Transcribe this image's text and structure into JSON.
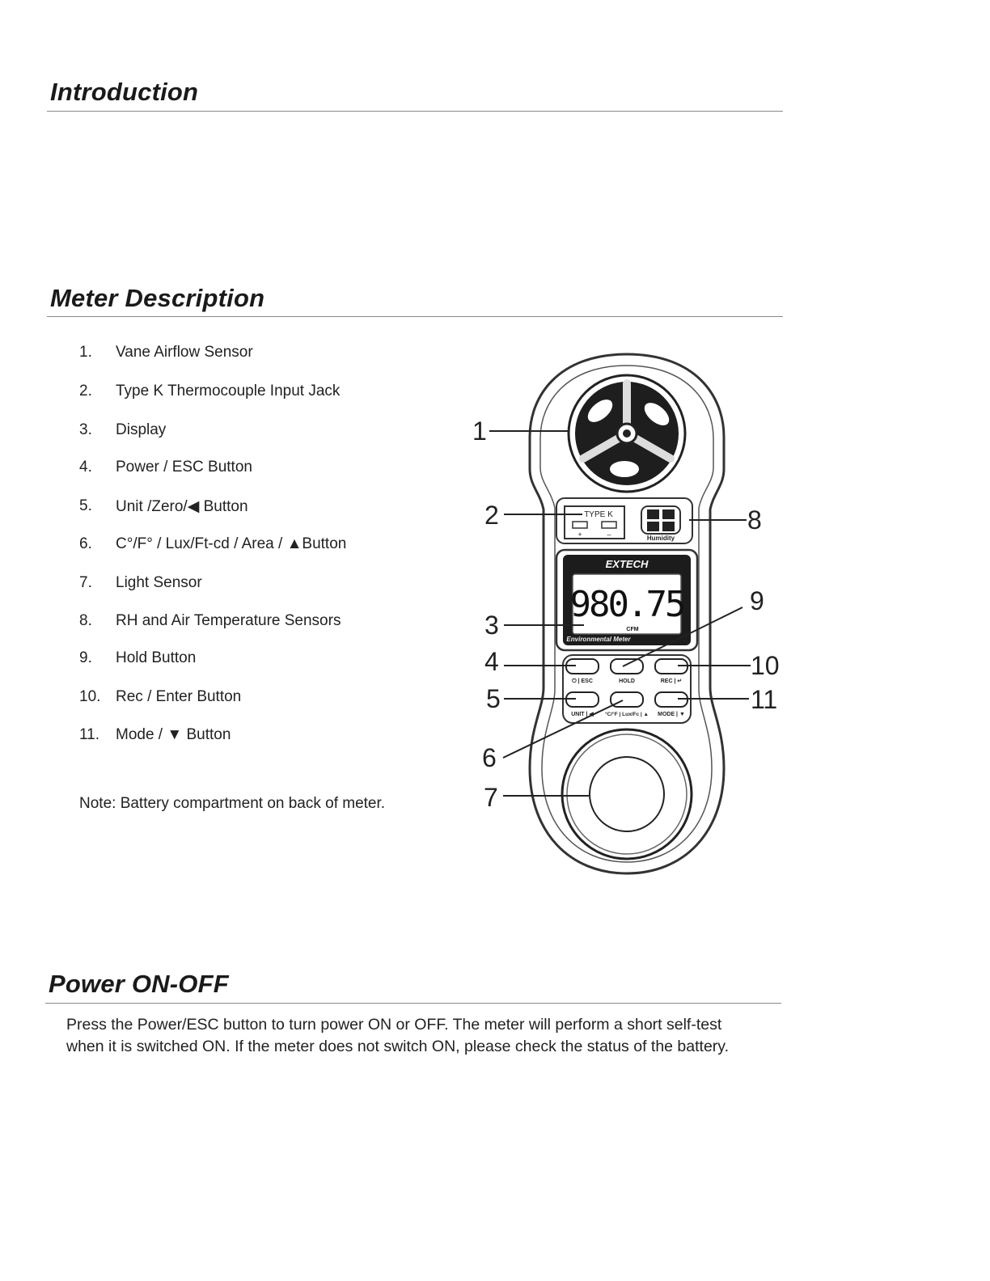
{
  "sections": {
    "introduction": {
      "title": "Introduction"
    },
    "meter_description": {
      "title": "Meter Description",
      "items": [
        {
          "num": "1.",
          "label": "Vane Airflow Sensor"
        },
        {
          "num": "2.",
          "label": "Type K Thermocouple Input Jack"
        },
        {
          "num": "3.",
          "label": "Display"
        },
        {
          "num": "4.",
          "label": "Power / ESC Button"
        },
        {
          "num": "5.",
          "label": "Unit /Zero/◀ Button"
        },
        {
          "num": "6.",
          "label": "C°/F° / Lux/Ft-cd / Area / ▲Button"
        },
        {
          "num": "7.",
          "label": "Light Sensor"
        },
        {
          "num": "8.",
          "label": "RH and Air Temperature Sensors"
        },
        {
          "num": "9.",
          "label": "Hold Button"
        },
        {
          "num": "10.",
          "label": "Rec / Enter Button"
        },
        {
          "num": "11.",
          "label": "Mode / ▼ Button"
        }
      ],
      "note": "Note: Battery compartment on back of meter."
    },
    "power": {
      "title": "Power ON-OFF",
      "lines": [
        "Press the Power/ESC button to turn power ON or OFF. The meter will perform a short self-test",
        "when it is switched ON. If the meter does not switch ON, please check the status of the battery."
      ]
    }
  },
  "diagram": {
    "callouts": [
      "1",
      "2",
      "3",
      "4",
      "5",
      "6",
      "7",
      "8",
      "9",
      "10",
      "11"
    ],
    "brand": "EXTECH",
    "reading": "980.75",
    "unit": "CFM",
    "model_label": "Environmental Meter",
    "type_k_label": "TYPE K",
    "humidity_label": "Humidity",
    "button_labels": [
      "⏻ | ESC",
      "HOLD",
      "REC | ↵",
      "UNIT | ◀",
      "°C/°F | Lux/Fc | ▲",
      "MODE | ▼"
    ]
  }
}
